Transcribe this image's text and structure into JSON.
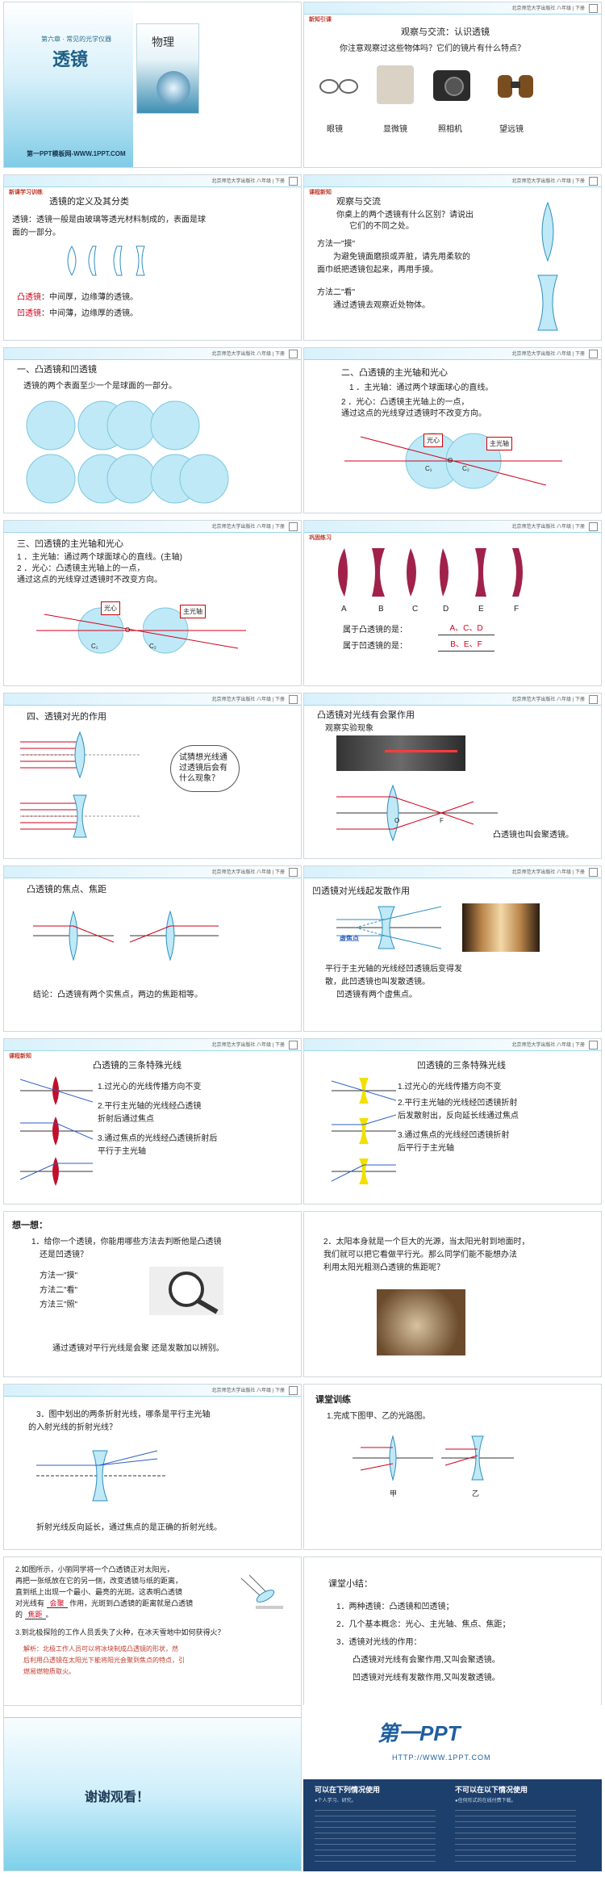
{
  "s1": {
    "chapter": "第六章 · 常见的光学仪器",
    "title": "透镜",
    "book_title": "物理",
    "footer": "第一PPT模板网-WWW.1PPT.COM",
    "publisher_line": "北京师范大学出版社 八年级 | 下册"
  },
  "s2": {
    "tag": "新知引课",
    "heading": "观察与交流：认识透镜",
    "question": "你注意观察过这些物体吗？它们的镜片有什么特点？",
    "items": [
      "眼镜",
      "显微镜",
      "照相机",
      "望远镜"
    ]
  },
  "s3": {
    "tag": "新课学习训练",
    "heading": "透镜的定义及其分类",
    "def": "透镜：透镜一般是由玻璃等透光材料制成的，表面是球",
    "def2": "面的一部分。",
    "convex_label": "凸透镜",
    "convex_text": "：中间厚，边缘薄的透镜。",
    "concave_label": "凹透镜",
    "concave_text": "：中间薄，边缘厚的透镜。"
  },
  "s4": {
    "tag": "课程新知",
    "heading": "观察与交流",
    "q1": "你桌上的两个透镜有什么区别？请说出",
    "q2": "它们的不同之处。",
    "m1": "方法一\"摸\"",
    "m1a": "为避免镜面磨损或弄脏，请先用柔软的",
    "m1b": "面巾纸把透镜包起来，再用手摸。",
    "m2": "方法二\"看\"",
    "m2a": "通过透镜去观察近处物体。"
  },
  "s5": {
    "heading": "一、凸透镜和凹透镜",
    "text": "透镜的两个表面至少一个是球面的一部分。"
  },
  "s6": {
    "heading": "二、凸透镜的主光轴和光心",
    "l1": "1 ．主光轴：通过两个球面球心的直线。",
    "l2": "2 ．光心：凸透镜主光轴上的一点，",
    "l3": "通过这点的光线穿过透镜时不改变方向。",
    "lbl_center": "光心",
    "lbl_axis": "主光轴",
    "c1": "C₁",
    "c2": "C₂",
    "o": "O"
  },
  "s7": {
    "heading": "三、凹透镜的主光轴和光心",
    "l1": "1 ．主光轴：通过两个球面球心的直线。(主轴)",
    "l2": "2 ．光心：凸透镜主光轴上的一点，",
    "l3": "通过这点的光线穿过透镜时不改变方向。",
    "lbl_center": "光心",
    "lbl_axis": "主光轴",
    "c1": "C₁",
    "c2": "C₂",
    "o": "O"
  },
  "s8": {
    "tag": "巩固练习",
    "letters": [
      "A",
      "B",
      "C",
      "D",
      "E",
      "F"
    ],
    "convex_q": "属于凸透镜的是：",
    "convex_a": "A、C、D",
    "concave_q": "属于凹透镜的是：",
    "concave_a": "B、E、F"
  },
  "s9": {
    "heading": "四、透镜对光的作用",
    "bubble": "试猜想光线通过透镜后会有什么现象？"
  },
  "s10": {
    "heading": "凸透镜对光线有会聚作用",
    "sub": "观察实验现象",
    "caption": "凸透镜也叫会聚透镜。",
    "o": "O",
    "f": "F"
  },
  "s11": {
    "heading": "凸透镜的焦点、焦距",
    "conclusion": "结论：凸透镜有两个实焦点，两边的焦距相等。"
  },
  "s12": {
    "heading": "凹透镜对光线起发散作用",
    "virtual": "虚焦点",
    "l1": "平行于主光轴的光线经凹透镜后变得发",
    "l2": "散，此凹透镜也叫发散透镜。",
    "l3": "凹透镜有两个虚焦点。"
  },
  "s13": {
    "tag": "课程新知",
    "heading": "凸透镜的三条特殊光线",
    "r1": "1.过光心的光线传播方向不变",
    "r2a": "2.平行主光轴的光线经凸透镜",
    "r2b": "折射后通过焦点",
    "r3a": "3.通过焦点的光线经凸透镜折射后",
    "r3b": "平行于主光轴"
  },
  "s14": {
    "heading": "凹透镜的三条特殊光线",
    "r1": "1.过光心的光线传播方向不变",
    "r2a": "2.平行主光轴的光线经凹透镜折射",
    "r2b": "后发散射出，反向延长线通过焦点",
    "r3a": "3.通过焦点的光线经凹透镜折射",
    "r3b": "后平行于主光轴"
  },
  "s15": {
    "heading": "想一想：",
    "q1": "1．给你一个透镜，你能用哪些方法去判断他是凸透镜",
    "q1b": "还是凹透镜？",
    "m1": "方法一\"摸\"",
    "m2": "方法二\"看\"",
    "m3": "方法三\"照\"",
    "a": "通过透镜对平行光线是会聚 还是发散加以辨别。"
  },
  "s16": {
    "q1": "2．太阳本身就是一个巨大的光源，当太阳光射到地面时，",
    "q2": "我们就可以把它看做平行光。那么同学们能不能想办法",
    "q3": "利用太阳光粗测凸透镜的焦距呢？"
  },
  "s17": {
    "q1": "3．图中划出的两条折射光线，哪条是平行主光轴",
    "q2": "的入射光线的折射光线？",
    "a": "折射光线反向延长，通过焦点的是正确的折射光线。"
  },
  "s18": {
    "heading": "课堂训练",
    "q": "1.完成下图甲、乙的光路图。",
    "jia": "甲",
    "yi": "乙"
  },
  "s19": {
    "p1": "2.如图所示，小丽同学将一个凸透镜正对太阳光，",
    "p2": "再把一张纸放在它的另一侧，改变透镜与纸的距离，",
    "p3": "直到纸上出现一个最小、最亮的光斑。这表明凸透镜",
    "p4a": "对光线有",
    "p4b": "会聚",
    "p4c": "作用，光斑到凸透镜的距离就是凸透镜",
    "p5a": "的",
    "p5b": "焦距",
    "p5c": "。",
    "p6": "3.到北极探险的工作人员丢失了火种，在冰天雪地中如何获得火？",
    "ans1": "解析：北极工作人员可以将冰块制成凸透镜的形状，然",
    "ans2": "后利用凸透镜在太阳光下能将阳光会聚到焦点的特点，引",
    "ans3": "燃易燃物质取火。"
  },
  "s20": {
    "heading": "课堂小结：",
    "l1": "1．两种透镜：凸透镜和凹透镜；",
    "l2": "2．几个基本概念：光心、主光轴、焦点、焦距；",
    "l3": "3．透镜对光线的作用：",
    "l4": "凸透镜对光线有会聚作用,又叫会聚透镜。",
    "l5": "凹透镜对光线有发散作用,又叫发散透镜。"
  },
  "s21": {
    "thanks": "谢谢观看！"
  },
  "s22": {
    "logo": "第一PPT",
    "url": "HTTP://WWW.1PPT.COM",
    "left_head": "可以在下列情况使用",
    "right_head": "不可以在以下情况使用",
    "left_small": "●个人学习、研究。",
    "right_small": "●任何形式的在线付费下载。"
  },
  "colors": {
    "accent_blue": "#2e8fc1",
    "light_blue": "#bfe9f6",
    "red": "#d0021b"
  }
}
